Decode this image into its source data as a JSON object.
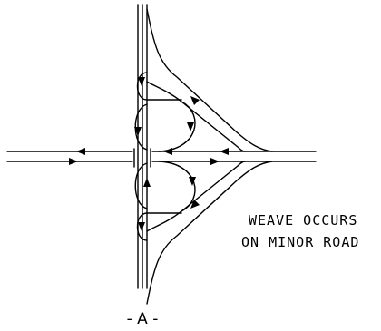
{
  "diagram": {
    "note_line_1": "WEAVE OCCURS",
    "note_line_2": "ON MINOR ROAD",
    "figure_label": "- A -"
  },
  "colors": {
    "line": "#000000",
    "background": "#ffffff"
  }
}
